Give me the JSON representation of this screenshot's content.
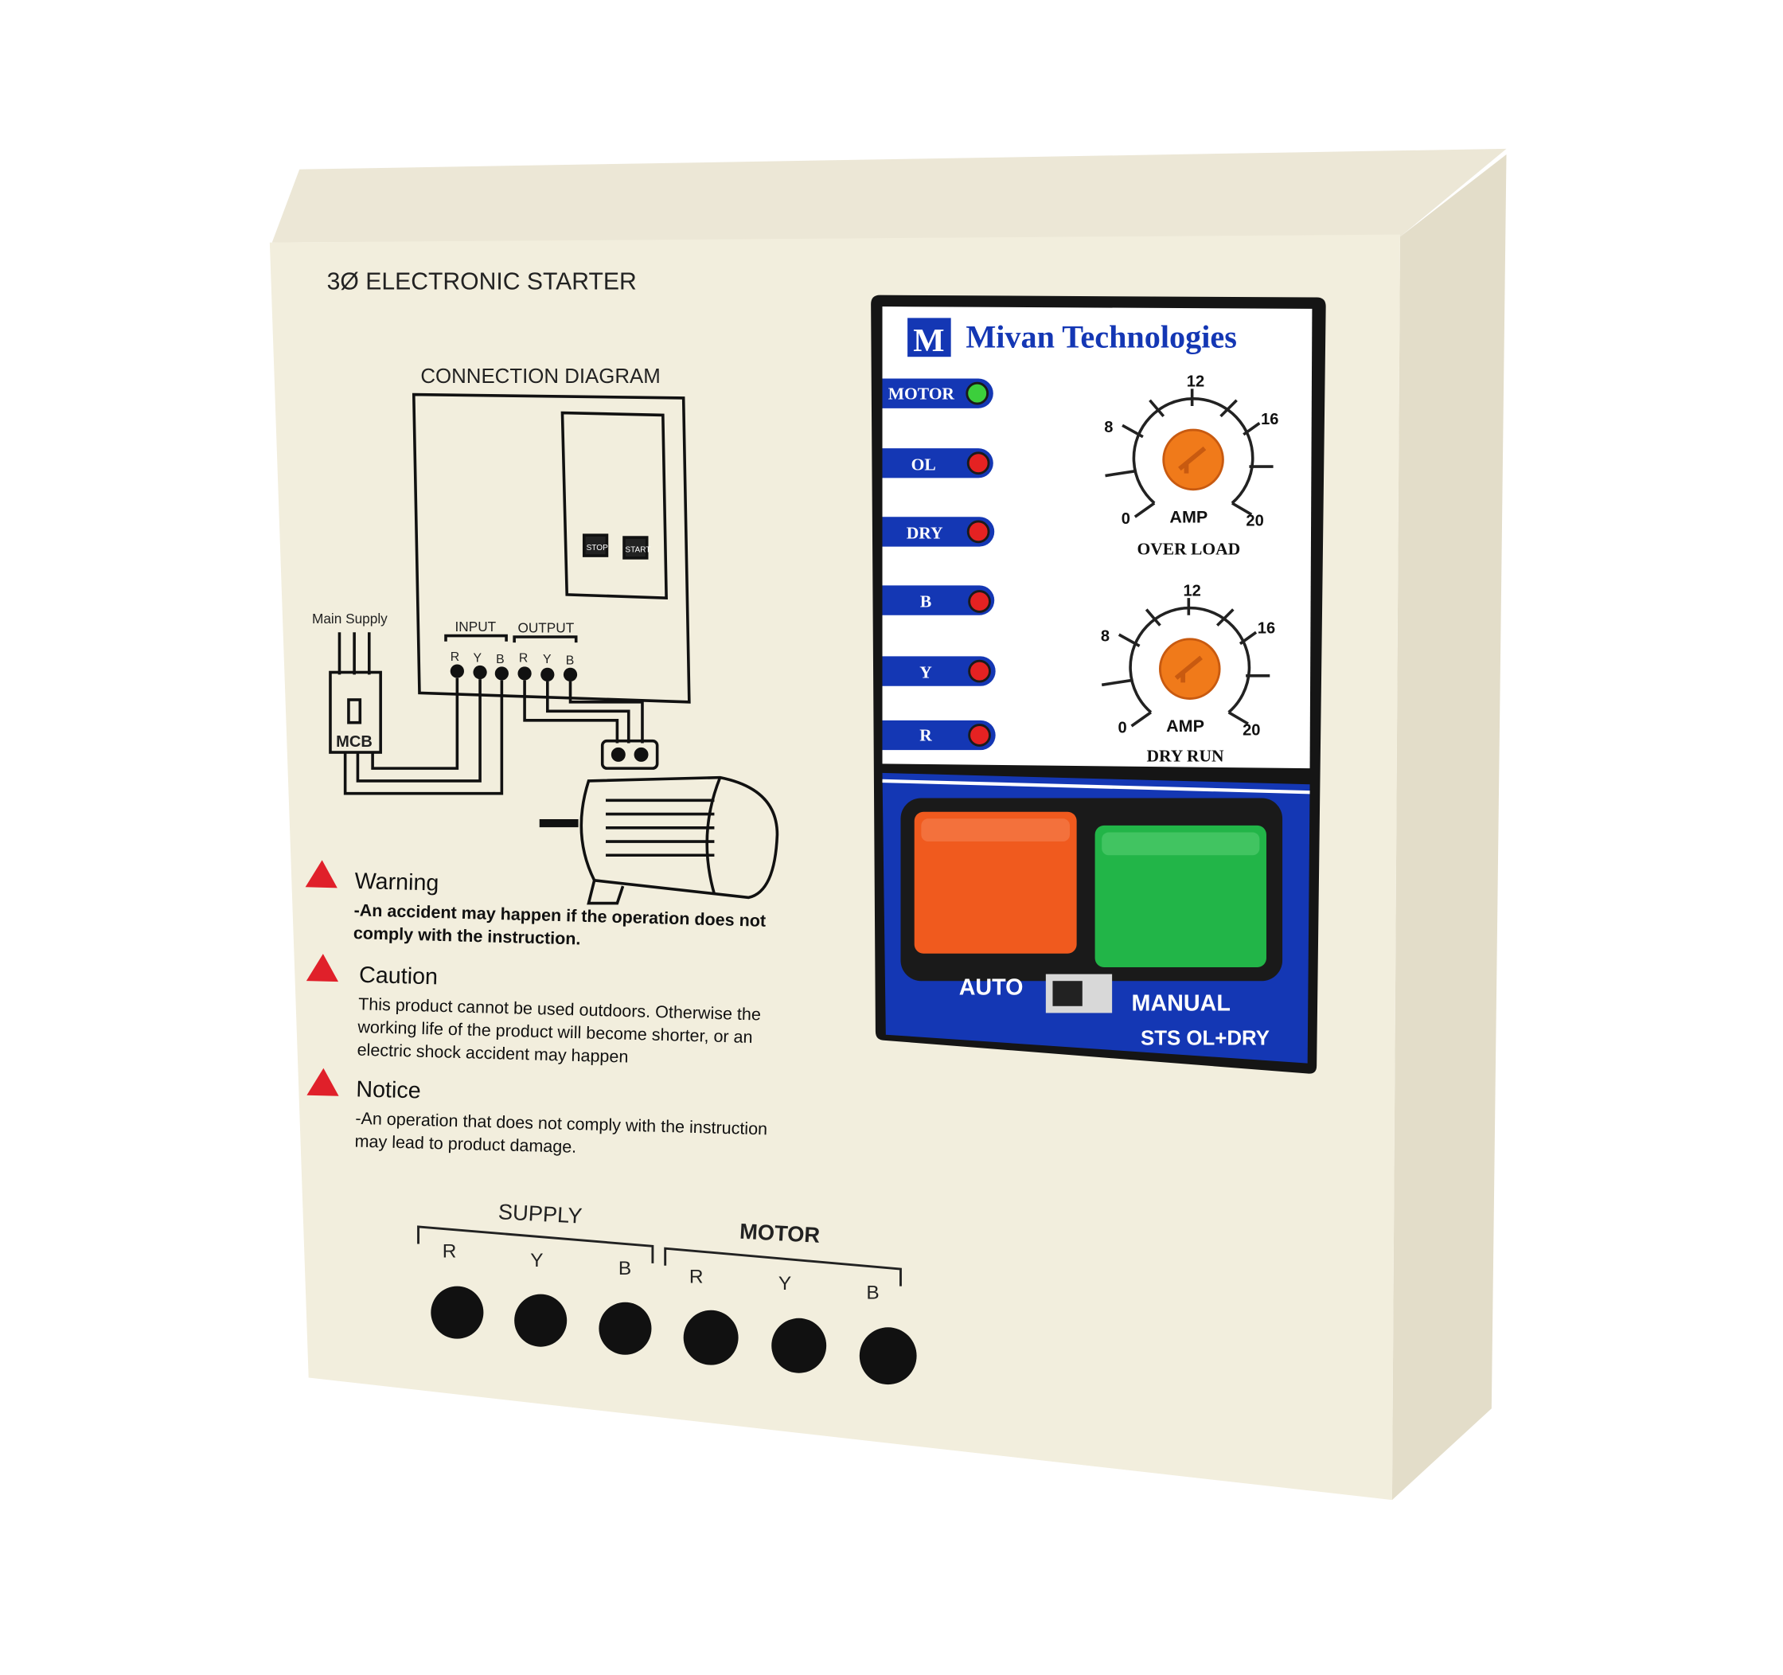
{
  "product": {
    "title": "3Ø ELECTRONIC STARTER",
    "diagram": {
      "title": "CONNECTION DIAGRAM",
      "main_supply": "Main Supply",
      "mcb": "MCB",
      "input": "INPUT",
      "output": "OUTPUT",
      "phases": [
        "R",
        "Y",
        "B"
      ],
      "stop": "STOP",
      "start": "START"
    },
    "notices": [
      {
        "heading": "Warning",
        "lines": [
          "-An accident may happen if the operation does not",
          "comply with the instruction."
        ]
      },
      {
        "heading": "Caution",
        "lines": [
          "This product cannot be used outdoors. Otherwise the",
          "working life of the product will become shorter, or an",
          "electric shock accident may happen"
        ]
      },
      {
        "heading": "Notice",
        "lines": [
          "-An operation that does not comply with the instruction",
          "may lead to product damage."
        ]
      }
    ],
    "terminals": {
      "supply_label": "SUPPLY",
      "motor_label": "MOTOR",
      "supply_phases": [
        "R",
        "Y",
        "B"
      ],
      "motor_phases": [
        "R",
        "Y",
        "B"
      ]
    }
  },
  "panel": {
    "brand": "Mivan Technologies",
    "logo_letter": "M",
    "indicators": [
      {
        "label": "MOTOR",
        "state": "on",
        "color": "#3ccf3c"
      },
      {
        "label": "OL",
        "state": "off",
        "color": "#e52222"
      },
      {
        "label": "DRY",
        "state": "off",
        "color": "#e52222"
      },
      {
        "label": "B",
        "state": "off",
        "color": "#e52222"
      },
      {
        "label": "Y",
        "state": "off",
        "color": "#e52222"
      },
      {
        "label": "R",
        "state": "off",
        "color": "#e52222"
      }
    ],
    "dials": [
      {
        "name": "OVER LOAD",
        "unit": "AMP",
        "scale": [
          "0",
          "8",
          "12",
          "16",
          "20"
        ]
      },
      {
        "name": "DRY RUN",
        "unit": "AMP",
        "scale": [
          "0",
          "8",
          "12",
          "16",
          "20"
        ]
      }
    ],
    "buttons": {
      "stop_color": "#f05a1e",
      "start_color": "#22b548"
    },
    "mode_switch": {
      "left": "AUTO",
      "right": "MANUAL",
      "selected": "AUTO"
    },
    "model": "STS OL+DRY"
  },
  "colors": {
    "brand_blue": "#1437b4",
    "housing": "#f1ecdc",
    "knob": "#f07a1a"
  }
}
